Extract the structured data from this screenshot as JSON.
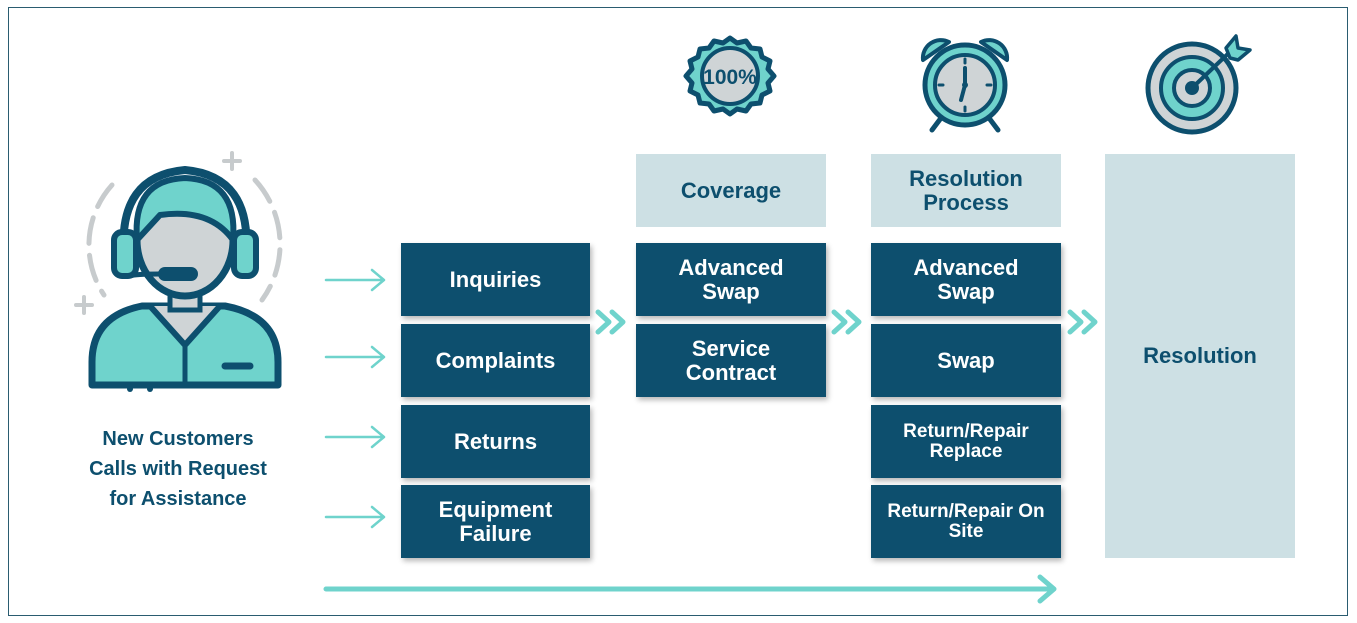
{
  "agent": {
    "caption_line1": "New Customers",
    "caption_line2": "Calls with Request",
    "caption_line3": "for Assistance"
  },
  "requests": [
    "Inquiries",
    "Complaints",
    "Returns",
    "Equipment Failure"
  ],
  "coverage": {
    "header": "Coverage",
    "badge_text": "100%",
    "items": [
      "Advanced Swap",
      "Service Contract"
    ]
  },
  "resolution_process": {
    "header": "Resolution Process",
    "items": [
      "Advanced Swap",
      "Swap",
      "Return/Repair Replace",
      "Return/Repair On Site"
    ]
  },
  "resolution": {
    "label": "Resolution"
  },
  "colors": {
    "navy": "#0d4f6e",
    "teal": "#6fd3cc",
    "light_panel": "#cde0e4",
    "gray": "#cfd4d6"
  }
}
